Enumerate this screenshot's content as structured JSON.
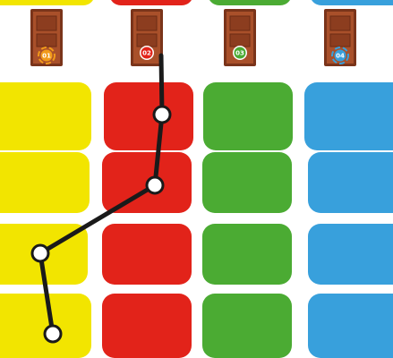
{
  "colors": {
    "yellow": "#f2e500",
    "red": "#e2231a",
    "green": "#4bab33",
    "blue": "#38a0dc",
    "door_wood": "#a9502a",
    "door_dark": "#7a341a",
    "path": "#1a1a1a",
    "node_fill": "#ffffff"
  },
  "doors": [
    {
      "label": "01",
      "color": "#f29a1a",
      "icon": "door-icon"
    },
    {
      "label": "02",
      "color": "#e2231a",
      "icon": "door-icon"
    },
    {
      "label": "03",
      "color": "#4bab33",
      "icon": "door-icon"
    },
    {
      "label": "04",
      "color": "#38a0dc",
      "icon": "door-icon"
    }
  ],
  "columns": [
    "yellow",
    "red",
    "green",
    "blue"
  ],
  "rows": 4,
  "path": {
    "start_door": "02",
    "nodes": [
      "row1-red",
      "row2-red",
      "row3-yellow",
      "row4-yellow"
    ]
  }
}
